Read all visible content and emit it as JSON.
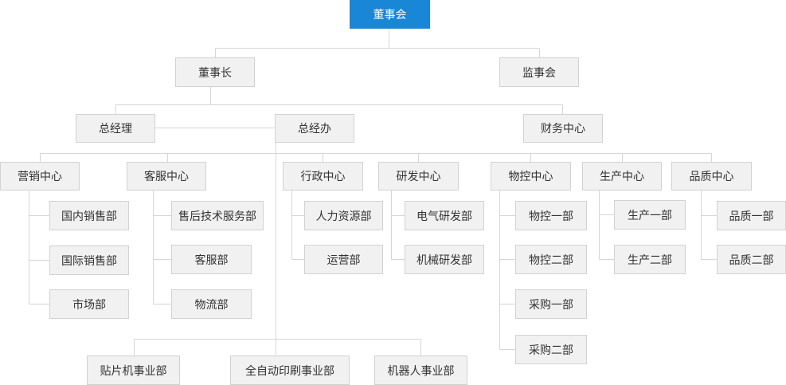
{
  "org": {
    "board": "董事会",
    "chairman": "董事长",
    "supervisory_board": "监事会",
    "general_manager": "总经理",
    "gm_office": "总经办",
    "finance_center": "财务中心",
    "marketing_center": "营销中心",
    "domestic_sales": "国内销售部",
    "international_sales": "国际销售部",
    "market_dept": "市场部",
    "customer_service_center": "客服中心",
    "after_sales_tech": "售后技术服务部",
    "customer_service_dept": "客服部",
    "logistics_dept": "物流部",
    "admin_center": "行政中心",
    "hr_dept": "人力资源部",
    "operations_dept": "运营部",
    "rd_center": "研发中心",
    "electrical_rd": "电气研发部",
    "mechanical_rd": "机械研发部",
    "material_control_center": "物控中心",
    "material_control_1": "物控一部",
    "material_control_2": "物控二部",
    "purchasing_1": "采购一部",
    "purchasing_2": "采购二部",
    "production_center": "生产中心",
    "production_1": "生产一部",
    "production_2": "生产二部",
    "quality_center": "品质中心",
    "quality_1": "品质一部",
    "quality_2": "品质二部",
    "smt_division": "贴片机事业部",
    "printing_division": "全自动印刷事业部",
    "robot_division": "机器人事业部"
  },
  "colors": {
    "root_fill": "#1a87d6",
    "node_fill": "#f1f1f1",
    "node_border": "#d2d2d2",
    "line": "#d6d6d6",
    "text": "#333333"
  }
}
